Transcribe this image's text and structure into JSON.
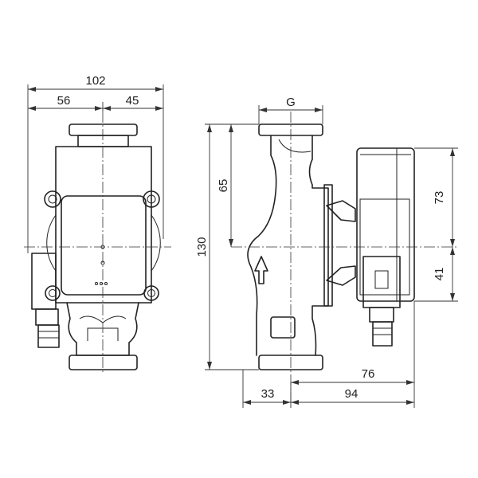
{
  "dimensions": {
    "total_width": "102",
    "left_part": "56",
    "right_part": "45",
    "thread": "G",
    "upper_height": "65",
    "overall_height": "130",
    "box_upper": "73",
    "box_lower": "41",
    "depth_to_box": "76",
    "depth_left": "33",
    "depth_total": "94"
  }
}
